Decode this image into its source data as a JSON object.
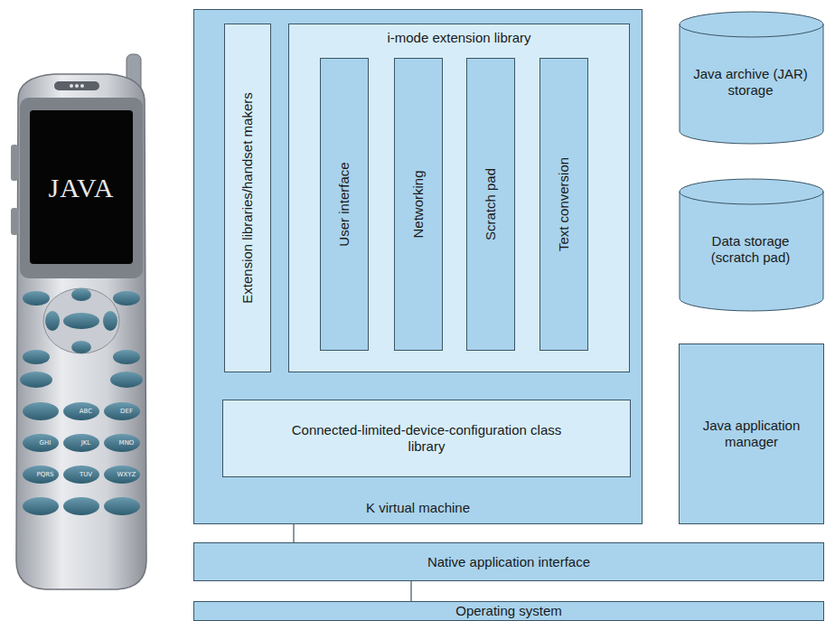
{
  "diagram": {
    "nodes": [
      {
        "text": [
          "K virtual machine"
        ]
      },
      {
        "text": [
          "Extension libraries/handset makers"
        ],
        "in": 0
      },
      {
        "text": [
          "i-mode extension library"
        ],
        "in": 0
      },
      {
        "text": [
          "User interface"
        ],
        "in": 2
      },
      {
        "text": [
          "Networking"
        ],
        "in": 2
      },
      {
        "text": [
          "Scratch pad"
        ],
        "in": 2
      },
      {
        "text": [
          "Text conversion"
        ],
        "in": 2
      },
      {
        "text": [
          "Connected-limited-device-configuration class library"
        ],
        "in": 0
      },
      {
        "text": [
          "Java archive (JAR) storage"
        ]
      },
      {
        "text": [
          "Data storage (scratch pad)"
        ]
      },
      {
        "text": [
          "Java application manager"
        ]
      },
      {
        "text": [
          "Native application interface"
        ]
      },
      {
        "text": [
          "Operating system"
        ]
      }
    ],
    "edges": [
      {
        "from": 1,
        "to": 7,
        "arrow": "none"
      },
      {
        "from": 2,
        "to": 7,
        "arrow": "none"
      },
      {
        "from": 0,
        "to": 11,
        "arrow": "none"
      },
      {
        "from": 11,
        "to": 12,
        "arrow": "none"
      }
    ],
    "labels": [
      "JAVA",
      "ABC",
      "DEF",
      "GHI",
      "JKL",
      "MNO",
      "PQRS",
      "TUV",
      "WXYZ"
    ]
  }
}
